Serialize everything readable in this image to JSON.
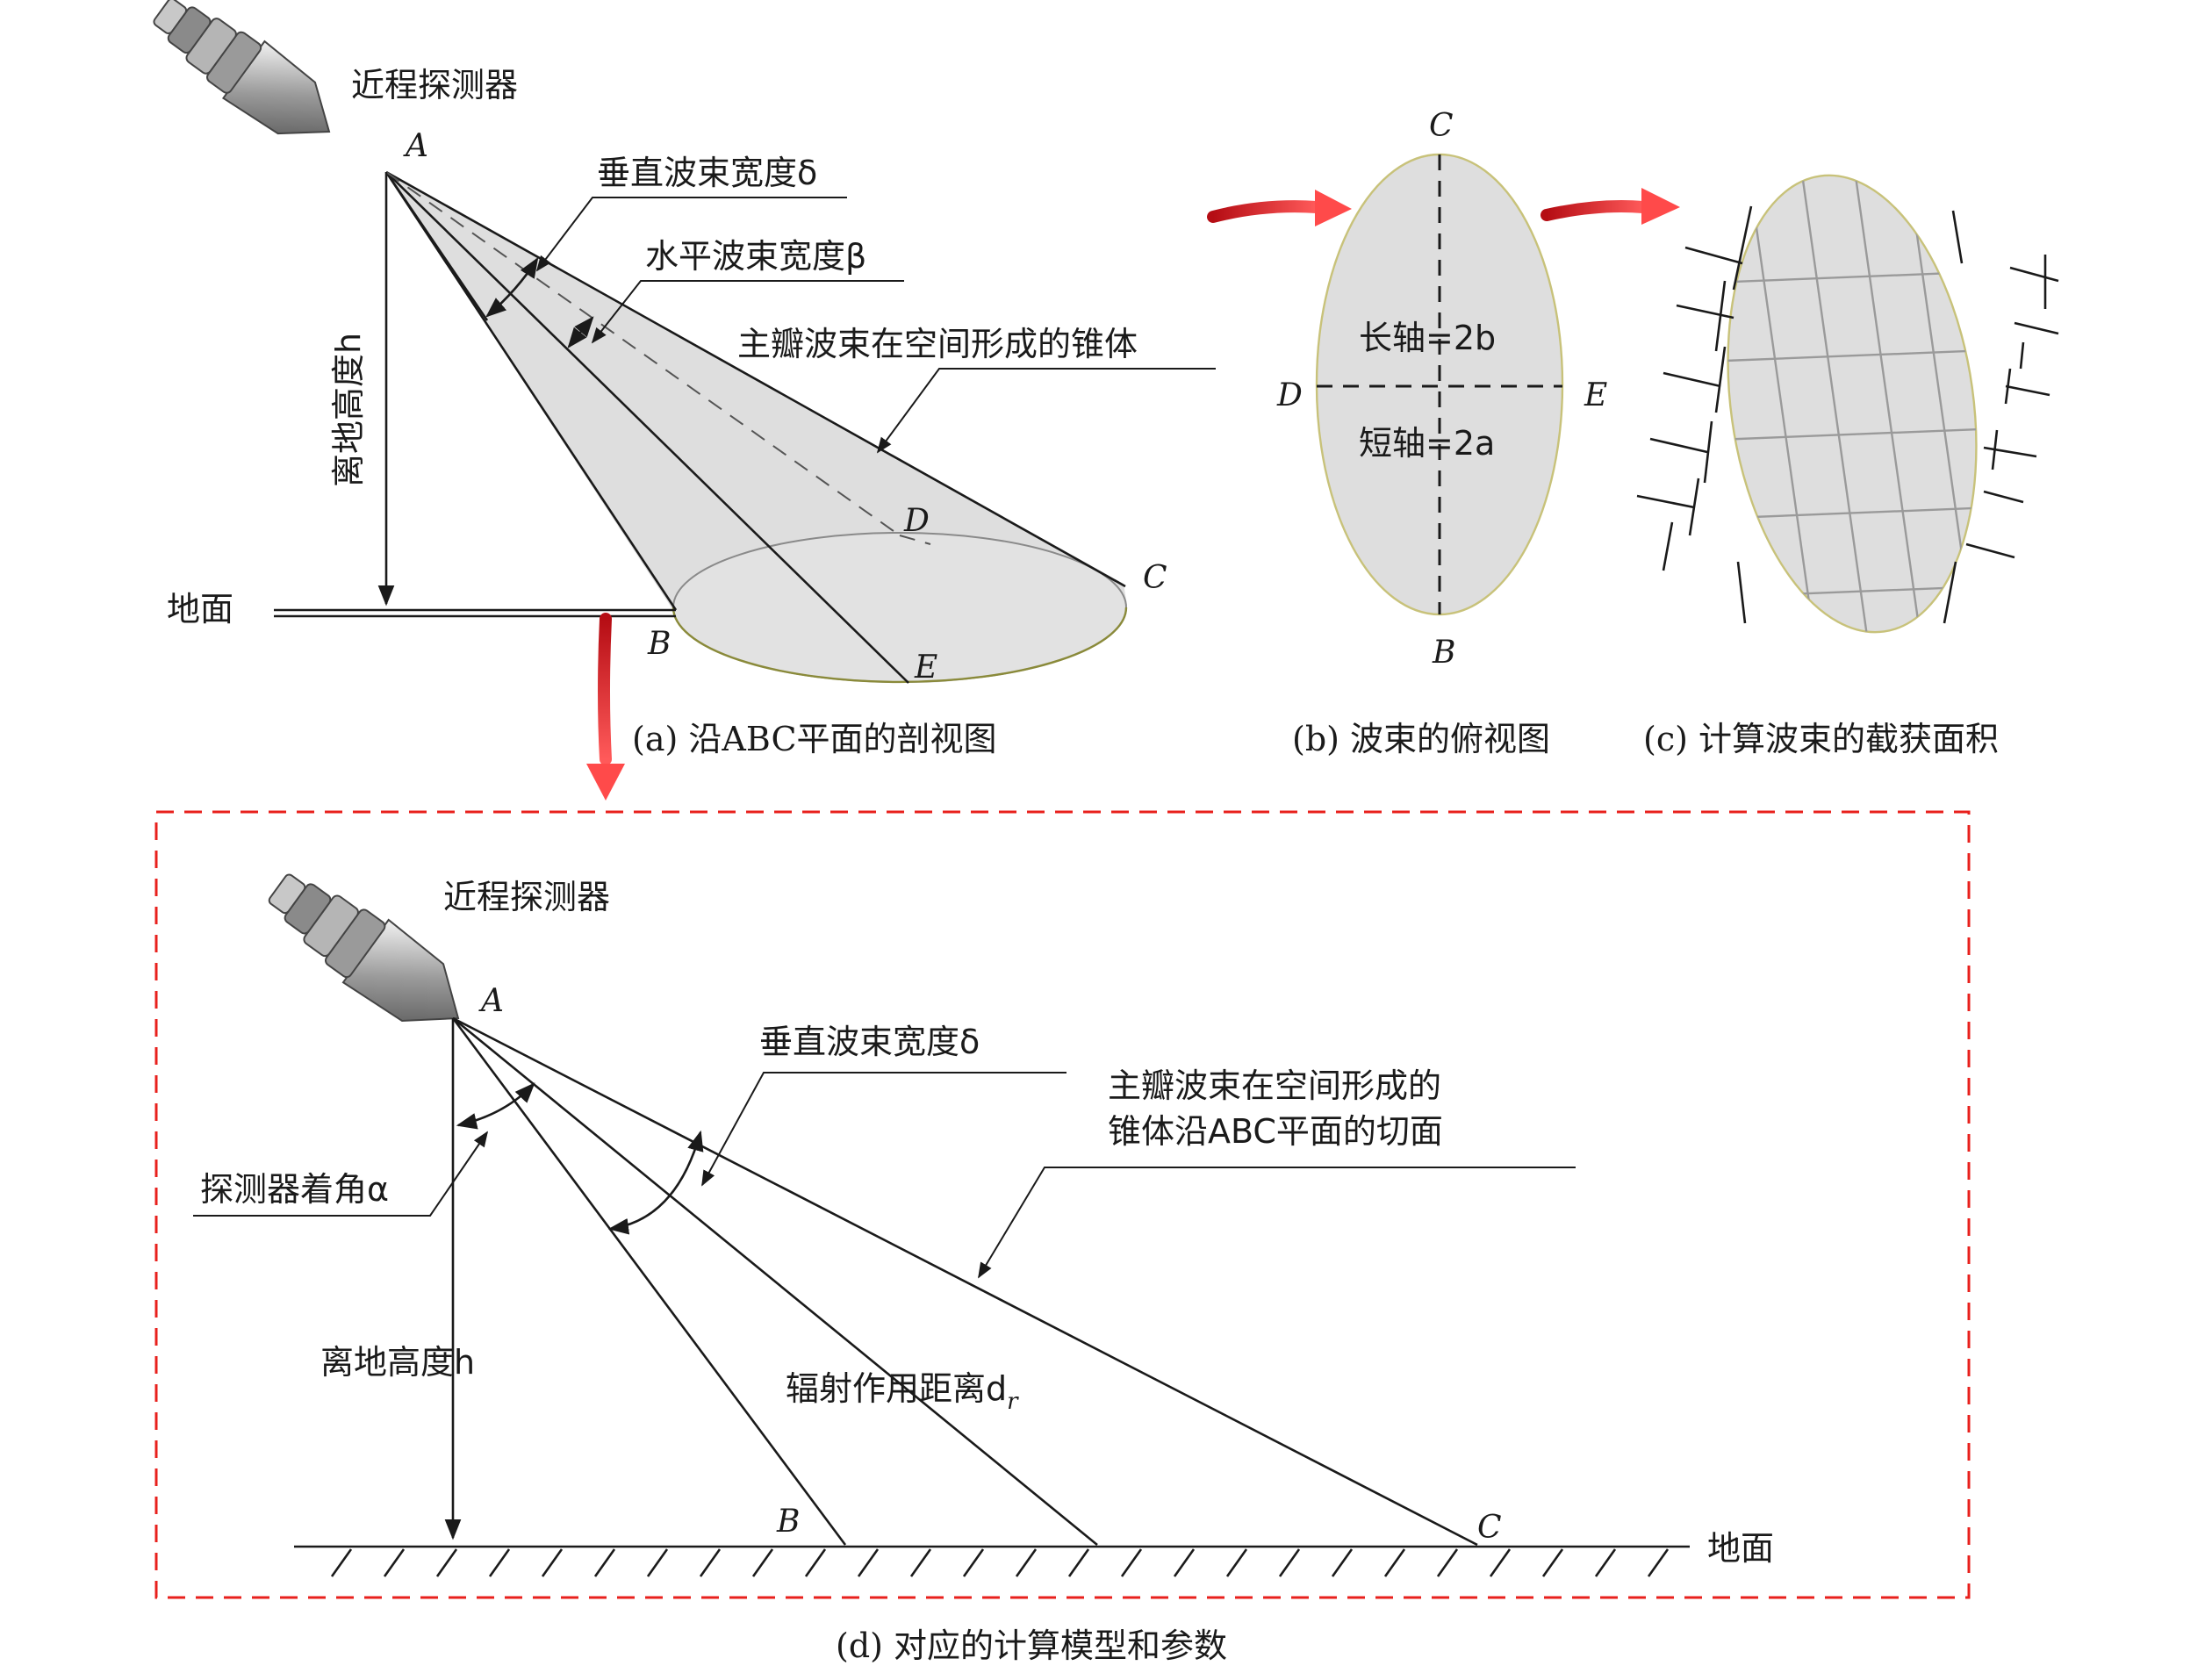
{
  "panel_a": {
    "probe_label": "近程探测器",
    "point_a": "A",
    "point_b": "B",
    "point_c": "C",
    "point_d": "D",
    "point_e": "E",
    "vertical_beam_width": "垂直波束宽度δ",
    "horizontal_beam_width": "水平波束宽度β",
    "cone_label": "主瓣波束在空间形成的锥体",
    "height_label": "离地高度h",
    "ground_label": "地面",
    "caption": "(a) 沿ABC平面的剖视图"
  },
  "panel_b": {
    "point_c": "C",
    "point_b": "B",
    "point_d": "D",
    "point_e": "E",
    "long_axis": "长轴=2b",
    "short_axis": "短轴=2a",
    "caption": "(b) 波束的俯视图"
  },
  "panel_c": {
    "caption": "(c) 计算波束的截获面积"
  },
  "panel_d": {
    "probe_label": "近程探测器",
    "point_a": "A",
    "point_b": "B",
    "point_c": "C",
    "vertical_beam_width": "垂直波束宽度δ",
    "section_label_line1": "主瓣波束在空间形成的",
    "section_label_line2": "锥体沿ABC平面的切面",
    "incidence_angle": "探测器着角α",
    "height_label": "离地高度h",
    "range_label": "辐射作用距离d",
    "range_subscript": "r",
    "ground_label": "地面",
    "caption": "(d) 对应的计算模型和参数"
  },
  "colors": {
    "beam_fill": "#dcdcdc",
    "arrow_red": "#e0141e",
    "frame_red": "#e8201c",
    "ellipse_outline": "#c8c27a"
  },
  "icons": [
    "probe-icon",
    "red-arrow-icon"
  ]
}
